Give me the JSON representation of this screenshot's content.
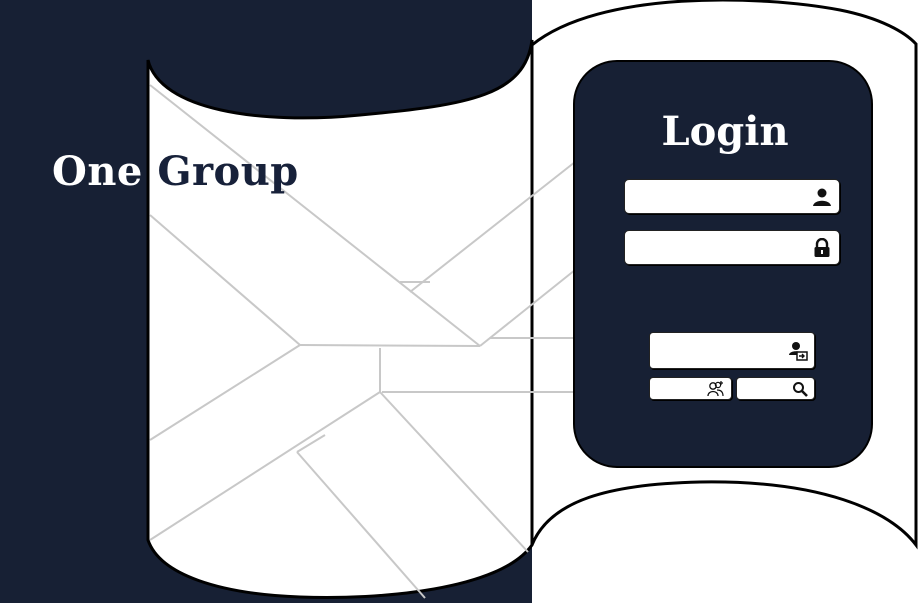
{
  "brand": {
    "word1": "One",
    "word2": "Group"
  },
  "login": {
    "title": "Login",
    "username": {
      "value": "",
      "placeholder": "",
      "icon": "user-icon"
    },
    "password": {
      "value": "",
      "placeholder": "",
      "icon": "lock-icon"
    },
    "submit": {
      "label": "",
      "icon": "user-login-icon"
    },
    "register": {
      "label": "",
      "icon": "users-add-icon"
    },
    "search": {
      "label": "",
      "icon": "search-icon"
    }
  },
  "colors": {
    "navy": "#172034",
    "white": "#ffffff",
    "line": "#c8c8c8"
  }
}
